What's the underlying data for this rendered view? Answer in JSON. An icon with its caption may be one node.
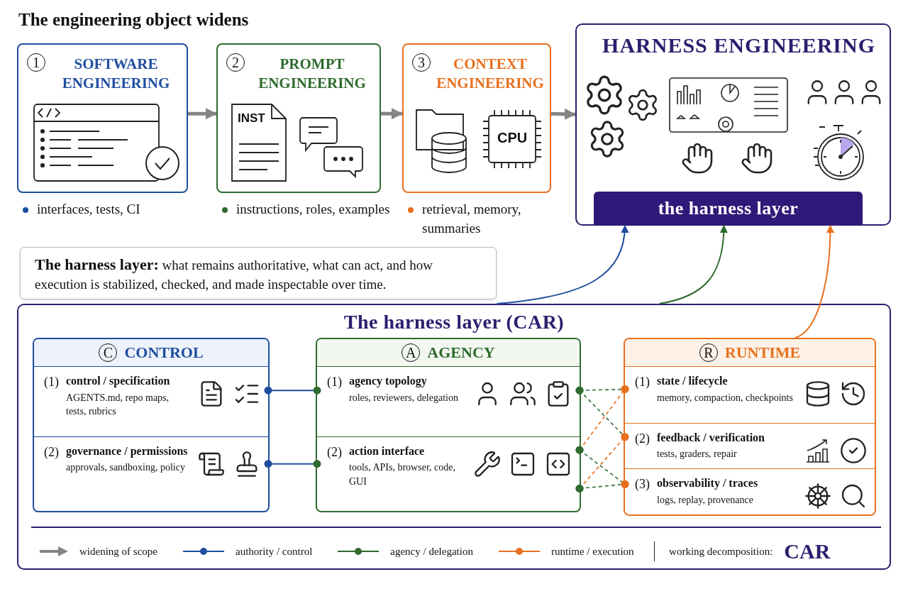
{
  "diagram": {
    "title": "The engineering object widens",
    "nodes": [
      {
        "text": [
          "1",
          "SOFTWARE ENGINEERING"
        ],
        "beside": [
          "interfaces, tests, CI"
        ]
      },
      {
        "text": [
          "2",
          "PROMPT ENGINEERING"
        ],
        "beside": [
          "instructions, roles, examples"
        ]
      },
      {
        "text": [
          "3",
          "CONTEXT ENGINEERING"
        ],
        "beside": [
          "retrieval, memory, summaries"
        ]
      },
      {
        "text": [
          "HARNESS ENGINEERING"
        ]
      },
      {
        "text": [
          "the harness layer"
        ],
        "in": 3
      },
      {
        "text": [
          "**The harness layer:** what remains authoritative, what can act, and how execution is stabilized, checked, and made inspectable over time."
        ]
      },
      {
        "text": [
          "The harness layer (CAR)"
        ]
      },
      {
        "text": [
          "C",
          "CONTROL"
        ],
        "in": 6
      },
      {
        "text": [
          "(1)",
          "control / specification",
          "AGENTS.md, repo maps, tests, rubrics"
        ],
        "in": 7
      },
      {
        "text": [
          "(2)",
          "governance / permissions",
          "approvals, sandboxing, policy"
        ],
        "in": 7
      },
      {
        "text": [
          "A",
          "AGENCY"
        ],
        "in": 6
      },
      {
        "text": [
          "(1)",
          "agency topology",
          "roles, reviewers, delegation"
        ],
        "in": 10
      },
      {
        "text": [
          "(2)",
          "action interface",
          "tools, APIs, browser, code, GUI"
        ],
        "in": 10
      },
      {
        "text": [
          "R",
          "RUNTIME"
        ],
        "in": 6
      },
      {
        "text": [
          "(1)",
          "state / lifecycle",
          "memory, compaction, checkpoints"
        ],
        "in": 13
      },
      {
        "text": [
          "(2)",
          "feedback / verification",
          "tests, graders, repair"
        ],
        "in": 13
      },
      {
        "text": [
          "(3)",
          "observability / traces",
          "logs, replay, provenance"
        ],
        "in": 13
      }
    ],
    "edges": [
      {
        "from": 0,
        "to": 1,
        "arrow": "to",
        "style": "thick"
      },
      {
        "from": 1,
        "to": 2,
        "arrow": "to",
        "style": "thick"
      },
      {
        "from": 2,
        "to": 3,
        "arrow": "to",
        "style": "thick"
      },
      {
        "from": 6,
        "to": 4,
        "arrow": "to",
        "color": "#1f4ea0"
      },
      {
        "from": 6,
        "to": 4,
        "arrow": "to",
        "color": "#2f6b2f"
      },
      {
        "from": 13,
        "to": 4,
        "arrow": "to",
        "color": "#e8701e"
      },
      {
        "from": 8,
        "to": 11,
        "arrow": "other",
        "color": "#1f4ea0"
      },
      {
        "from": 9,
        "to": 12,
        "arrow": "other",
        "color": "#1f4ea0"
      },
      {
        "from": 11,
        "to": 14,
        "arrow": "other",
        "style": "dashed",
        "color": "#2f6b2f"
      },
      {
        "from": 11,
        "to": 15,
        "arrow": "other",
        "style": "dashed",
        "color": "#2f6b2f"
      },
      {
        "from": 12,
        "to": 14,
        "arrow": "other",
        "style": "dashed",
        "color": "#e8701e"
      },
      {
        "from": 12,
        "to": 16,
        "arrow": "other",
        "style": "dashed",
        "color": "#2f6b2f"
      },
      {
        "from": 12,
        "to": 15,
        "arrow": "other",
        "style": "dashed",
        "color": "#e8701e"
      },
      {
        "from": 12,
        "to": 16,
        "arrow": "other",
        "style": "dashed",
        "color": "#2f6b2f"
      }
    ],
    "labels": [
      "INST",
      "CPU",
      "working decomposition:",
      "CAR"
    ],
    "legend": [
      {
        "text": "widening of scope"
      },
      {
        "text": "authority / control"
      },
      {
        "text": "agency / delegation"
      },
      {
        "text": "runtime / execution"
      }
    ]
  }
}
